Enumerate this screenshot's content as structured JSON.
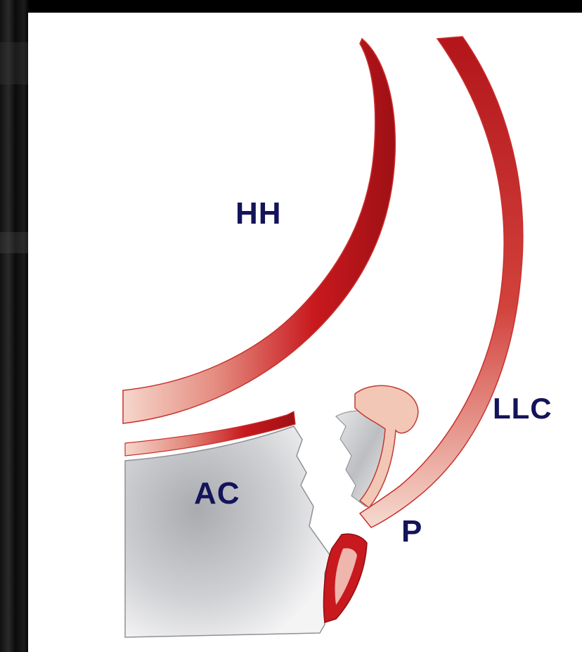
{
  "diagram": {
    "labels": {
      "hh": "HH",
      "llc": "LLC",
      "ac": "AC",
      "p": "P"
    },
    "colors": {
      "cartilage_red": "#c8191e",
      "cartilage_highlight": "#f4d2c6",
      "bone_gray": "#bdbfc2",
      "label_navy": "#14145a",
      "background": "#ffffff",
      "frame": "#000000"
    }
  }
}
